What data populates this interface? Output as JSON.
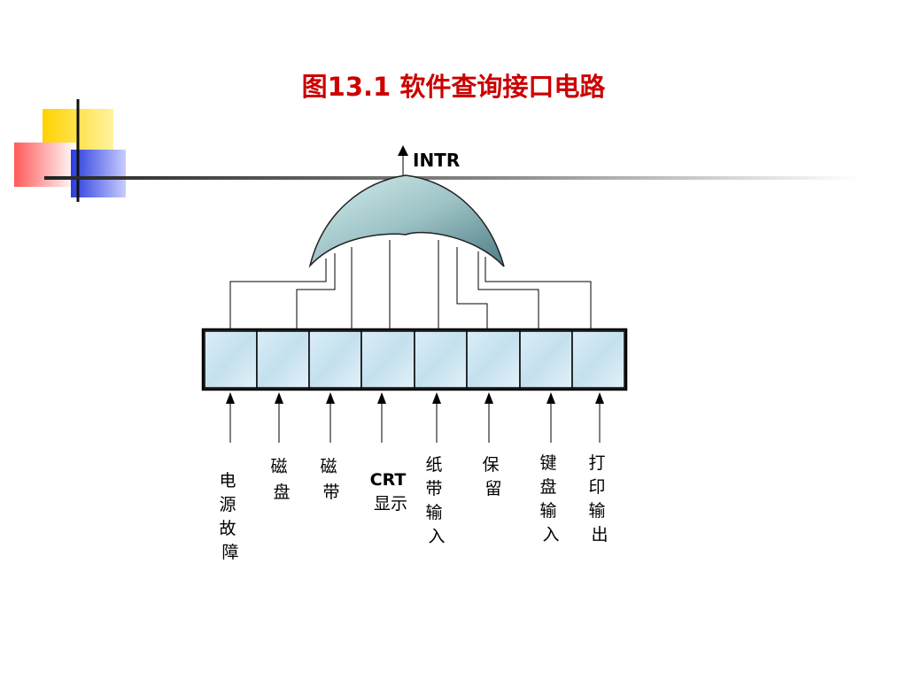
{
  "title": "图13.1 软件查询接口电路",
  "output_label": "INTR",
  "colors": {
    "title": "#cc0000",
    "gate_light": "#c9e6e6",
    "gate_dark": "#5e8c94",
    "cell_fill": "#cfe6f3",
    "deco_yellow": "#ffd200",
    "deco_red": "#ff3b3b",
    "deco_blue": "#2a3bdc"
  },
  "devices": [
    {
      "lines": [
        "电",
        "源",
        "故",
        "障"
      ],
      "bold": []
    },
    {
      "lines": [
        "磁",
        "盘"
      ],
      "bold": []
    },
    {
      "lines": [
        "磁",
        "带"
      ],
      "bold": []
    },
    {
      "lines": [
        "CRT",
        "显示"
      ],
      "bold": [
        0
      ]
    },
    {
      "lines": [
        "纸",
        "带",
        "输",
        "入"
      ],
      "bold": []
    },
    {
      "lines": [
        "保",
        "留"
      ],
      "bold": []
    },
    {
      "lines": [
        "键",
        "盘",
        "输",
        "入"
      ],
      "bold": []
    },
    {
      "lines": [
        "打",
        "印",
        "输",
        "出"
      ],
      "bold": []
    }
  ]
}
